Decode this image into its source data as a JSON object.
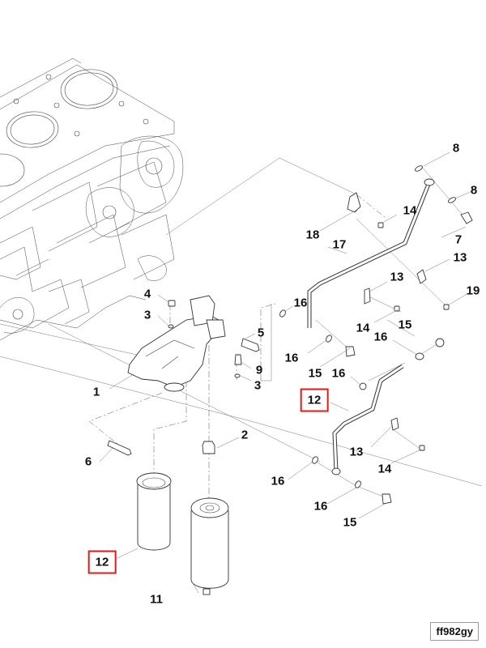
{
  "diagram": {
    "type": "exploded-parts-view",
    "subject": "fuel filter head, filters and fuel lines on engine block",
    "highlight_color": "#e21a1a",
    "reference_code": "ff982gy",
    "callouts": [
      {
        "label": "1",
        "part": "filter-head-bracket"
      },
      {
        "label": "2",
        "part": "fitting"
      },
      {
        "label": "3",
        "part": "washer"
      },
      {
        "label": "3",
        "part": "washer"
      },
      {
        "label": "4",
        "part": "nut"
      },
      {
        "label": "5",
        "part": "bolt"
      },
      {
        "label": "6",
        "part": "stud-bolt"
      },
      {
        "label": "7",
        "part": "fitting"
      },
      {
        "label": "8",
        "part": "o-ring"
      },
      {
        "label": "8",
        "part": "o-ring"
      },
      {
        "label": "9",
        "part": "fitting"
      },
      {
        "label": "11",
        "part": "fuel-filter"
      },
      {
        "label": "12",
        "part": "fuel-filter-element",
        "highlighted": true
      },
      {
        "label": "12",
        "part": "fuel-line",
        "highlighted": true
      },
      {
        "label": "13",
        "part": "clamp"
      },
      {
        "label": "13",
        "part": "clamp"
      },
      {
        "label": "13",
        "part": "clamp"
      },
      {
        "label": "14",
        "part": "bolt"
      },
      {
        "label": "14",
        "part": "bolt"
      },
      {
        "label": "14",
        "part": "bolt"
      },
      {
        "label": "15",
        "part": "banjo-bolt"
      },
      {
        "label": "15",
        "part": "banjo-bolt"
      },
      {
        "label": "15",
        "part": "banjo-bolt"
      },
      {
        "label": "16",
        "part": "sealing-washer"
      },
      {
        "label": "16",
        "part": "sealing-washer"
      },
      {
        "label": "16",
        "part": "sealing-washer"
      },
      {
        "label": "16",
        "part": "sealing-washer"
      },
      {
        "label": "16",
        "part": "sealing-washer"
      },
      {
        "label": "16",
        "part": "sealing-washer"
      },
      {
        "label": "17",
        "part": "fuel-line"
      },
      {
        "label": "18",
        "part": "bracket"
      },
      {
        "label": "19",
        "part": "nut"
      }
    ]
  }
}
